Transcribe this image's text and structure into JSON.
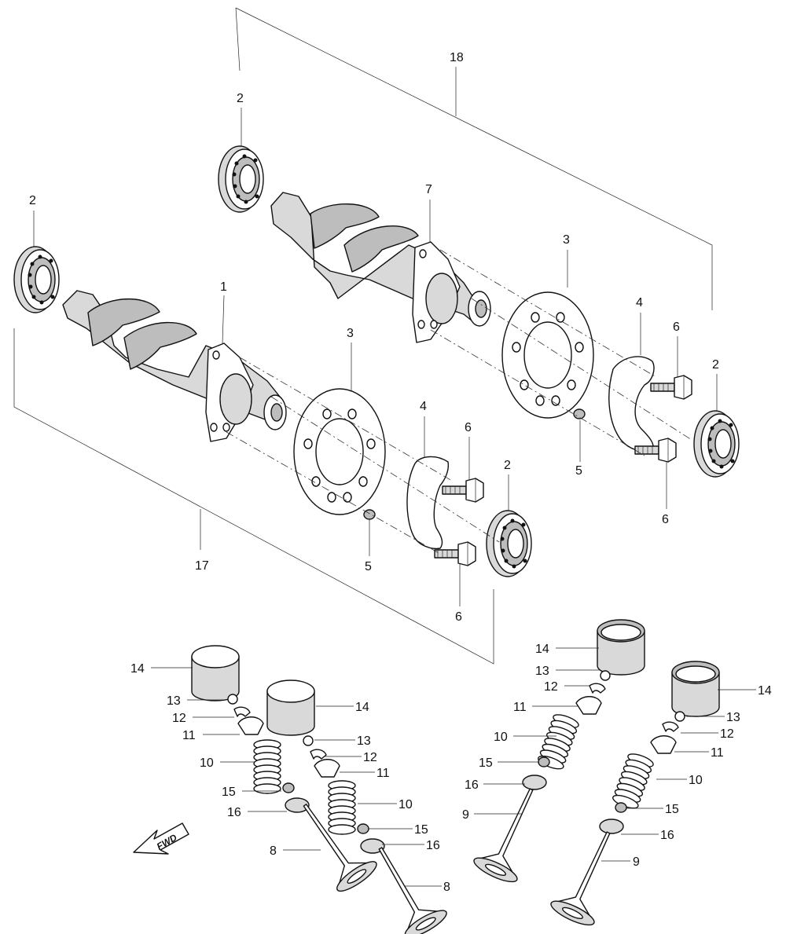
{
  "callouts": {
    "c18": "18",
    "c17": "17",
    "upper_bearing_left": "2",
    "upper_bearing_right": "2",
    "lower_bearing_left": "2",
    "lower_bearing_right": "2",
    "upper_holder": "7",
    "lower_holder": "1",
    "upper_sprocket": "3",
    "lower_sprocket": "3",
    "upper_plate": "4",
    "lower_plate": "4",
    "upper_bolt_a": "6",
    "upper_bolt_b": "6",
    "lower_bolt_a": "6",
    "lower_bolt_b": "6",
    "upper_pin": "5",
    "lower_pin": "5"
  },
  "valves": {
    "v1": {
      "lifter": "14",
      "shim": "13",
      "cotter": "12",
      "retainer": "11",
      "spring": "10",
      "seal": "15",
      "seat": "16",
      "valve": "8"
    },
    "v2": {
      "lifter": "14",
      "shim": "13",
      "cotter": "12",
      "retainer": "11",
      "spring": "10",
      "seal": "15",
      "seat": "16",
      "valve": "8"
    },
    "v3": {
      "lifter": "14",
      "shim": "13",
      "cotter": "12",
      "retainer": "11",
      "spring": "10",
      "seal": "15",
      "seat": "16",
      "valve": "9"
    },
    "v4": {
      "lifter": "14",
      "shim": "13",
      "cotter": "12",
      "retainer": "11",
      "spring": "10",
      "seal": "15",
      "seat": "16",
      "valve": "9"
    }
  },
  "fwd_label": "FWD"
}
